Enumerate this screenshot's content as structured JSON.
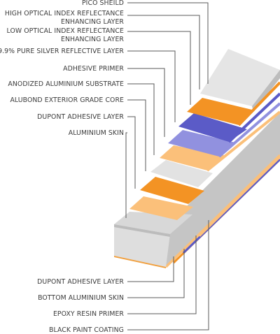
{
  "top_labels": [
    [
      "PICO SHEILD"
    ],
    [
      "HIGH OPTICAL INDEX REFLECTANCE",
      "ENHANCING LAYER"
    ],
    [
      "LOW OPTICAL INDEX REFLECTANCE",
      "ENHANCING LAYER"
    ],
    [
      "99.9% PURE SILVER REFLECTIVE LAYER"
    ],
    [
      "ADHESIVE PRIMER"
    ],
    [
      "ANODIZED ALUMINIUM SUBSTRATE"
    ],
    [
      "ALUBOND EXTERIOR GRADE CORE"
    ],
    [
      "DUPONT ADHESIVE LAYER"
    ],
    [
      "ALUMINIUM SKIN"
    ]
  ],
  "bottom_labels": [
    "DUPONT ADHESIVE LAYER",
    "BOTTOM ALUMINIUM SKIN",
    "EPOXY RESIN PRIMER",
    "BLACK PAINT COATING"
  ],
  "layer_colors": {
    "pico_shield": "#e5e5e5",
    "high_index": "#f39324",
    "low_index": "#5b5bc7",
    "silver": "#9191df",
    "adhesive_primer": "#fbc07a",
    "anodized_substrate": "#e2e2e2",
    "orange_layer": "#f39324",
    "dupont_adhesive": "#fbc07a",
    "aluminium_skin": "#d8d8d8"
  }
}
